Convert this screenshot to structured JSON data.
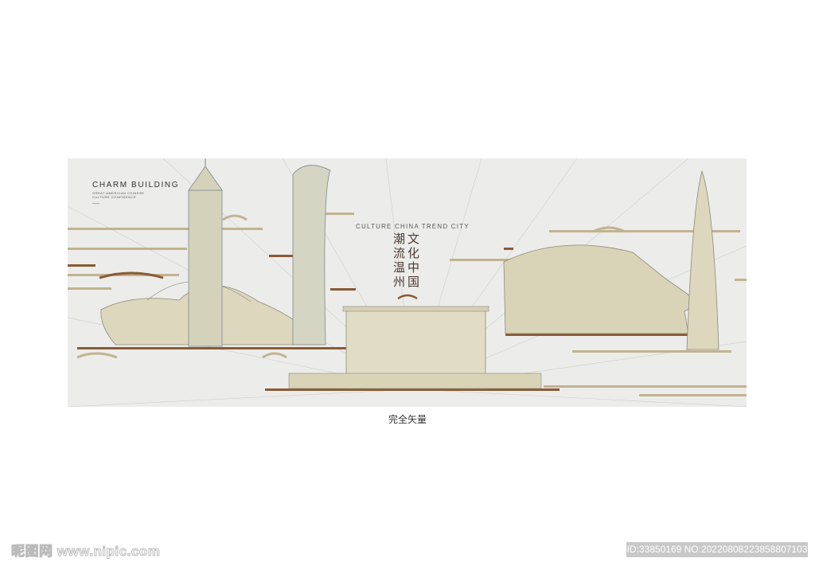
{
  "poster": {
    "heading": "CHARM BUILDING",
    "subheading": "GREAT AMERICAN CHINESE CULTURE CONFIDENCE",
    "tagline": "CULTURE CHINA TREND CITY",
    "title_col_left": "潮流温州",
    "title_col_right": "文化中国",
    "caption": "完全矢量"
  },
  "watermark": {
    "site": "昵图网 www.nipic.com",
    "id_text": "ID:33850169 NO:20220808223858807103"
  },
  "colors": {
    "panel": "#ececeb",
    "building": "#d9d3b8",
    "accent_brown": "#8a5a35",
    "accent_tan": "#c2b38e"
  }
}
